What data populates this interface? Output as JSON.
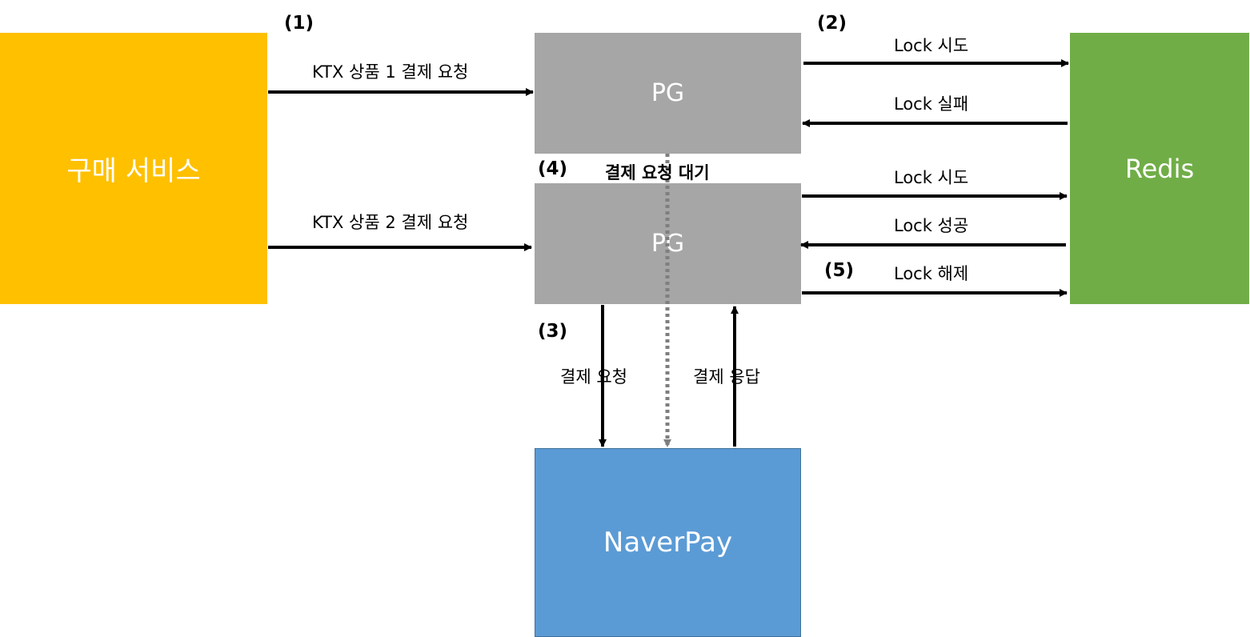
{
  "boxes": {
    "purchase_service": "구매 서비스",
    "pg_top": "PG",
    "pg_bottom": "PG",
    "redis": "Redis",
    "naverpay": "NaverPay"
  },
  "steps": {
    "s1": "(1)",
    "s2": "(2)",
    "s3": "(3)",
    "s4": "(4)",
    "s5": "(5)"
  },
  "labels": {
    "ktx1": "KTX 상품 1 결제 요청",
    "ktx2": "KTX 상품 2 결제 요청",
    "lock_try_1": "Lock 시도",
    "lock_fail": "Lock 실패",
    "lock_try_2": "Lock 시도",
    "lock_success": "Lock 성공",
    "lock_release": "Lock 해제",
    "wait": "결제 요청 대기",
    "pay_request": "결제 요청",
    "pay_response": "결제 응답"
  },
  "colors": {
    "purchase": "#FFC000",
    "pg": "#A6A6A6",
    "redis": "#70AD47",
    "naverpay": "#5B9BD5",
    "arrow": "#000000",
    "dotted": "#7F7F7F"
  }
}
